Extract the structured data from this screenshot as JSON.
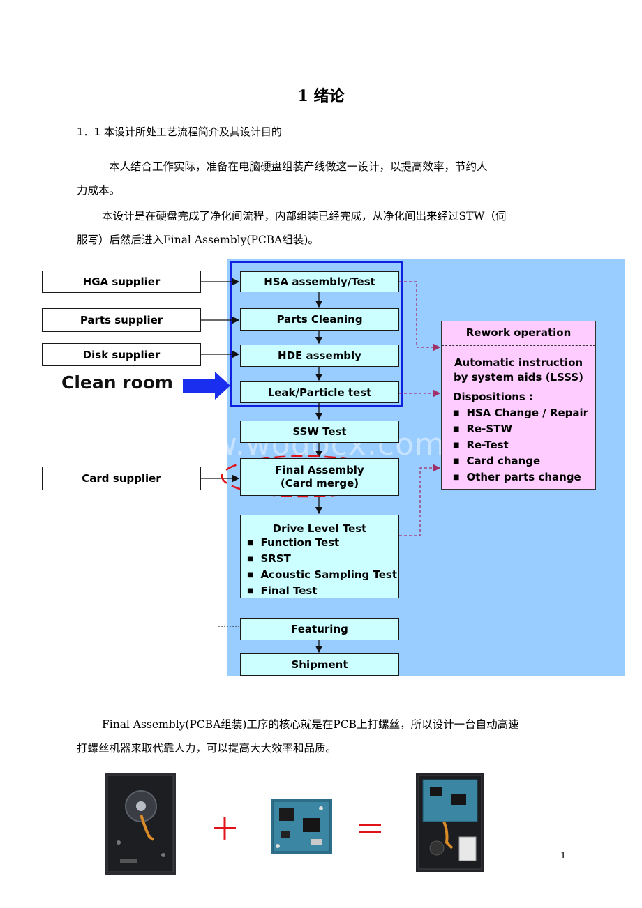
{
  "heading": "1  绪论",
  "section_title": "1．1 本设计所处工艺流程简介及其设计目的",
  "para1": {
    "line1": "本人结合工作实际，准备在电脑硬盘组装产线做这一设计，以提高效率，节约人",
    "line2": "力成本。"
  },
  "para2": {
    "line1": "本设计是在硬盘完成了净化间流程，内部组装已经完成，从净化间出来经过STW（伺",
    "line2": "服写）后然后进入Final Assembly(PCBA组装)。"
  },
  "flow": {
    "suppliers": [
      "HGA supplier",
      "Parts supplier",
      "Disk supplier",
      "Card supplier"
    ],
    "clean_room_label": "Clean room",
    "steps": {
      "hsa": "HSA assembly/Test",
      "parts_cleaning": "Parts Cleaning",
      "hde": "HDE assembly",
      "leak": "Leak/Particle test",
      "ssw": "SSW Test",
      "final_assembly_line1": "Final Assembly",
      "final_assembly_line2": "(Card merge)",
      "featuring": "Featuring",
      "shipment": "Shipment"
    },
    "drive_level_test": {
      "title": "Drive Level Test",
      "items": [
        "Function Test",
        "SRST",
        "Acoustic Sampling Test",
        "Final Test"
      ]
    },
    "rework": {
      "title": "Rework operation",
      "auto_line1": "Automatic instruction",
      "auto_line2": "by system aids (LSSS)",
      "dispositions_title": "Dispositions :",
      "items": [
        "HSA Change / Repair",
        "Re-STW",
        "Re-Test",
        "Card change",
        "Other parts change"
      ]
    },
    "watermark": "www.wodocx.com",
    "colors": {
      "panel": "#99ccff",
      "process_box": "#ccffff",
      "rework_box": "#ffccff",
      "clean_frame": "#1020e0",
      "highlight_ellipse": "#e0121a"
    }
  },
  "para3": {
    "line1": "Final Assembly(PCBA组装)工序的核心就是在PCB上打螺丝，所以设计一台自动高速",
    "line2": "打螺丝机器来取代靠人力，可以提高大大效率和品质。"
  },
  "equation": {
    "plus": "＋",
    "equals": "＝"
  },
  "page_number": "1"
}
